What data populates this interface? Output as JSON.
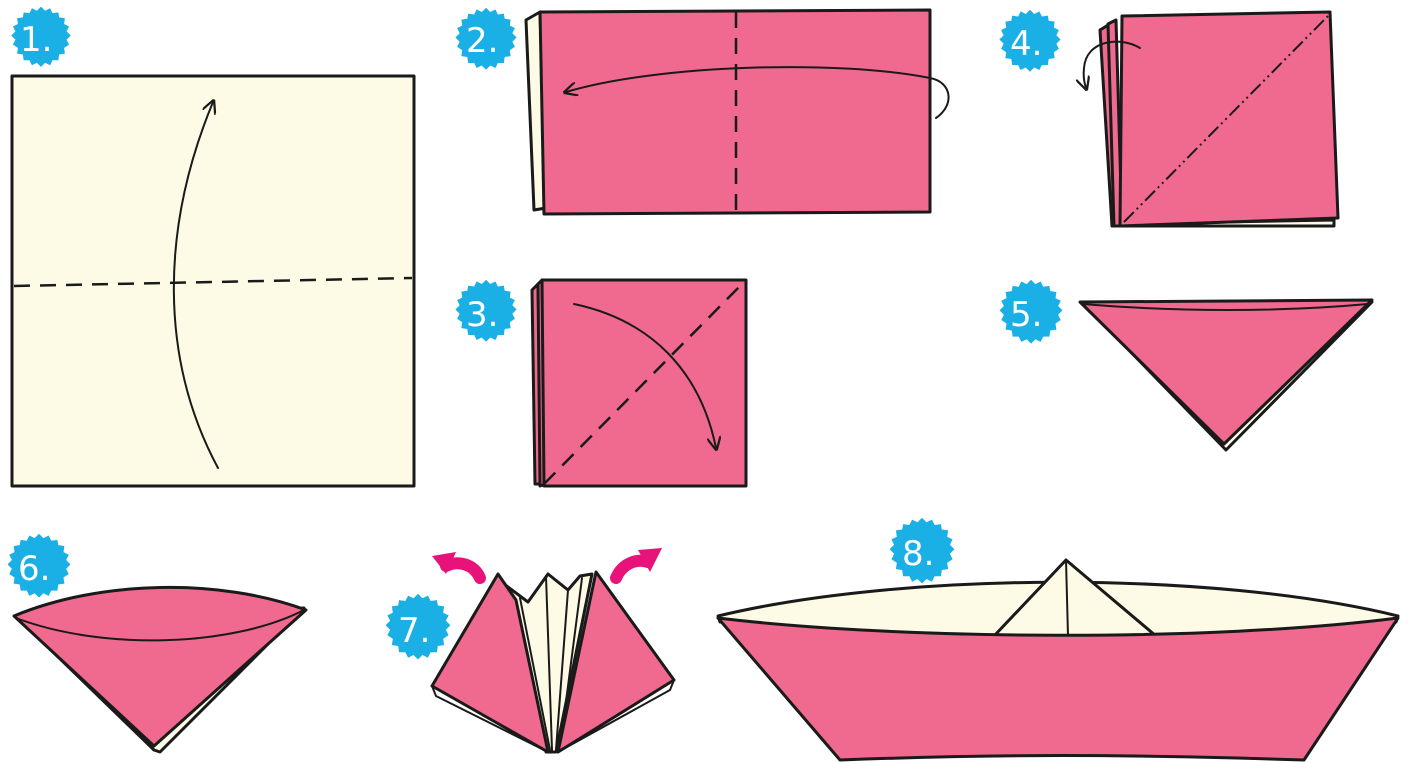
{
  "colors": {
    "paper_cream": "#fdfbe6",
    "paper_pink": "#ef6a8e",
    "badge_blue": "#1ab0e6",
    "arrow_magenta": "#e8137a",
    "line": "#1a1a1a"
  },
  "steps": [
    {
      "label": "1."
    },
    {
      "label": "2."
    },
    {
      "label": "3."
    },
    {
      "label": "4."
    },
    {
      "label": "5."
    },
    {
      "label": "6."
    },
    {
      "label": "7."
    },
    {
      "label": "8."
    }
  ]
}
